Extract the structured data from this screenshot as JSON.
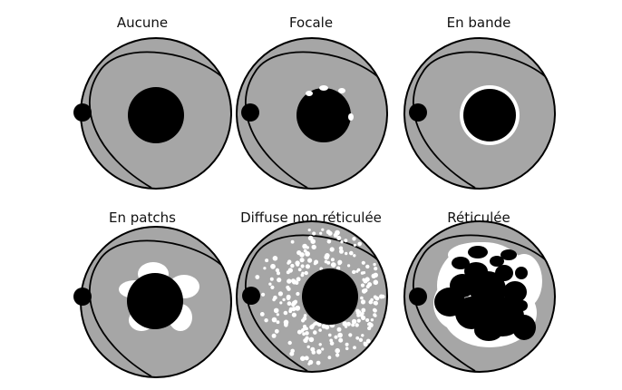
{
  "colors": {
    "background": "#ffffff",
    "fundus": "#a6a6a6",
    "ink": "#000000",
    "atrophy": "#ffffff"
  },
  "panels": [
    {
      "label": "Aucune"
    },
    {
      "label": "Focale"
    },
    {
      "label": "En bande"
    },
    {
      "label": "En patchs"
    },
    {
      "label": "Diffuse non réticulée"
    },
    {
      "label": "Réticulée"
    }
  ]
}
